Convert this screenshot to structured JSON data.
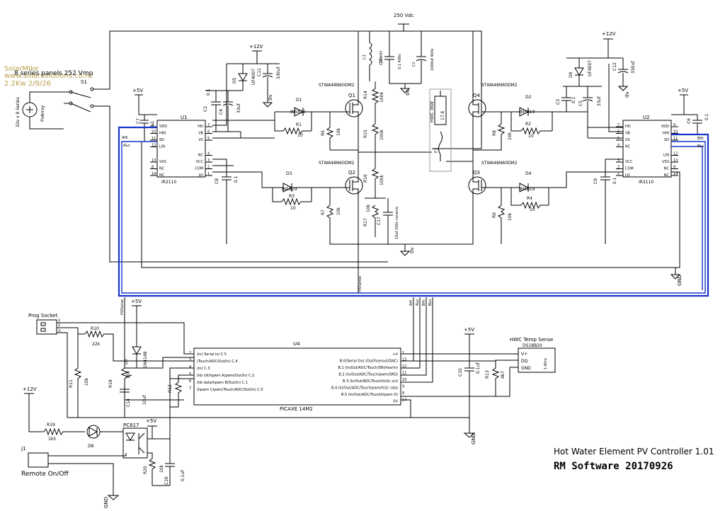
{
  "title": {
    "line1": "Hot Water Element PV Controller 1.01",
    "line2": "RM Software 20170926"
  },
  "watermark": {
    "line1": "SolarMike",
    "line2": "www.solarsolutions.co.nz",
    "line3": "2.2Kw 2/9/26"
  },
  "pv": {
    "note": "8 series panels 252 Vmp",
    "source_label": "PvArray",
    "source_value": "32v x 8 Series",
    "switch": "S1"
  },
  "supplies": {
    "v250": "250 Vdc",
    "v12_a": "+12V",
    "v12_b": "+12V",
    "v12_c": "+12V",
    "v5_a": "+5V",
    "v5_b": "+5V",
    "v5_c": "+5V",
    "v5_d": "+5V",
    "v5_e": "+5V",
    "zero_a": "0v",
    "zero_b": "0v",
    "zero_c": "0v",
    "zero_d": "0v",
    "gnd_a": "GND",
    "gnd_b": "GND",
    "gnd_c": "GND"
  },
  "ic": {
    "u1": {
      "ref": "U1",
      "part": "IR2110",
      "pins_left": [
        "VDD",
        "HIN",
        "SD",
        "LIN",
        "VSS",
        "NC",
        "NC"
      ],
      "pins_right": [
        "HO",
        "VB",
        "VS",
        "NC",
        "VCC",
        "COM",
        "LO"
      ],
      "nums_left": [
        "9",
        "10",
        "11",
        "12",
        "13",
        "8",
        "14"
      ],
      "nums_right": [
        "7",
        "6",
        "5",
        "4",
        "3",
        "2",
        "1"
      ]
    },
    "u2": {
      "ref": "U2",
      "part": "IR2110",
      "pins_left": [
        "HO",
        "VB",
        "VS",
        "NC",
        "VCC",
        "COM",
        "LO"
      ],
      "pins_right": [
        "VDD",
        "HIN",
        "SD",
        "LIN",
        "VSS",
        "NC",
        "NC"
      ],
      "nums_left": [
        "7",
        "6",
        "5",
        "4",
        "3",
        "2",
        "1"
      ],
      "nums_right": [
        "9",
        "10",
        "11",
        "12",
        "13",
        "8",
        "14"
      ]
    },
    "u4": {
      "ref": "U4",
      "part": "PICAXE 14M2",
      "left": [
        "(In) Serial In/ C.5",
        "(Touch/ADC/Out/In) C.4",
        "(In) C.3",
        "(kb clk/hpwm A/pwm/Out/In) C.2",
        "(kb data/hpwm B/Out/In) C.1",
        "(hpwm C/pwm/Touch/ADC/Out/In) C.0"
      ],
      "left_nums": [
        "2",
        "3",
        "4",
        "5",
        "6",
        "7"
      ],
      "right": [
        "+V",
        "B.0/Serial Out (Out/hserout/DAC)",
        "B.1 (In/Out/ADC/Touch/SRI/hserin)",
        "B.2 (In/Out/ADC/Touch/pwm/SRQ)",
        "B.3 (In/Out/ADC/Touch/hi2c scl)",
        "B.4 (In/Out/ADC/Touch/pwm/hi2c sda)",
        "B.5 (In/Out/ADC/Touch/hpwm D)",
        "0V"
      ],
      "right_nums": [
        "1",
        "13",
        "12",
        "11",
        "10",
        "9",
        "8",
        "14"
      ]
    },
    "u3": {
      "ref": "DS18B20",
      "title": "HWC Temp Sense",
      "pins": [
        "V+",
        "DQ",
        "GND"
      ],
      "side": "1-Wire"
    }
  },
  "mosfets": {
    "q1": "Q1",
    "q2": "Q2",
    "q3": "Q3",
    "q4": "Q4",
    "part_a": "STWA48N60DM2",
    "part_b": "STWA48N60DM2",
    "part_c": "STWA48N60DM2",
    "part_d": "STWA48N60DM2"
  },
  "parts": {
    "d1": "D1",
    "d1v": "IN5819",
    "d2": "D2",
    "d2v": "IN5819",
    "d3": "D3",
    "d3v": "IN5819",
    "d4": "D4",
    "d4v": "IN5819",
    "d5": "D5",
    "d5v": "UF4007",
    "d6": "D6",
    "d6v": "UF4007",
    "d7": "D7",
    "d7v": "1N4148",
    "d8": "D8",
    "r1": "R1",
    "r1v": "10",
    "r2": "R2",
    "r2v": "10",
    "r3": "R3",
    "r3v": "10",
    "r4": "R4",
    "r4v": "10",
    "r6": "R6",
    "r6v": "10k",
    "r7": "R7",
    "r7v": "10k",
    "r8": "R8",
    "r8v": "10k",
    "r9": "R9",
    "r9v": "10k",
    "r10": "R10",
    "r10v": "22k",
    "r11": "R11",
    "r11v": "10k",
    "r12": "R12",
    "r13": "R13",
    "r13v": "4k7",
    "r14": "R14",
    "r14v": "100k",
    "r15": "R15",
    "r15v": "100k",
    "r16": "R16",
    "r16v": "100k",
    "r17": "R17",
    "r17v": "10k",
    "r18": "R18",
    "r18v": "10k",
    "r19": "R19",
    "r19v": "1k5",
    "r20": "R20",
    "r20v": "10k",
    "c1": "C1",
    "c1v": "1000uf 400v",
    "c2": "C2",
    "c2v": "0.1",
    "c3": "C3",
    "c3v": "0.1",
    "c4": "C4",
    "c4v": "33uf",
    "c5": "C5",
    "c5v": "33uf",
    "c6": "C6",
    "c6v": "0.1",
    "c7": "C7",
    "c7v": "0.1",
    "c8": "C8",
    "c8v": "0.1",
    "c9": "C9",
    "c9v": "0.1",
    "c10": "C10",
    "c10v": "0.1uf",
    "c11": "C11",
    "c11v": "330uf",
    "c12": "C12",
    "c12v": "330uf",
    "c14": "C14",
    "c14v": "10uf",
    "c15": "C15",
    "c15v": "0.1 400v",
    "c16": "C16",
    "c16v": "0.1uf",
    "c17": "C17",
    "c17v": "10uf 100v ceramic",
    "l1": "L1",
    "l1v": "10mH",
    "f1": "F1",
    "hwc": "HWC 3KW",
    "hwc_v": "17.6",
    "pc817": "PC817",
    "prog": "Prog Socket",
    "j1": "J1",
    "remote": "Remote On/Off"
  },
  "nets": {
    "ahi": "AHi",
    "alo": "ALo",
    "bhi": "BHi",
    "blo": "BLo",
    "hv_sense": "HVSense",
    "hv_sense2": "HVSense",
    "ahi_b": "AHi",
    "alo_b": "ALo",
    "bhi_b": "BHi",
    "blo_b": "BLo"
  }
}
